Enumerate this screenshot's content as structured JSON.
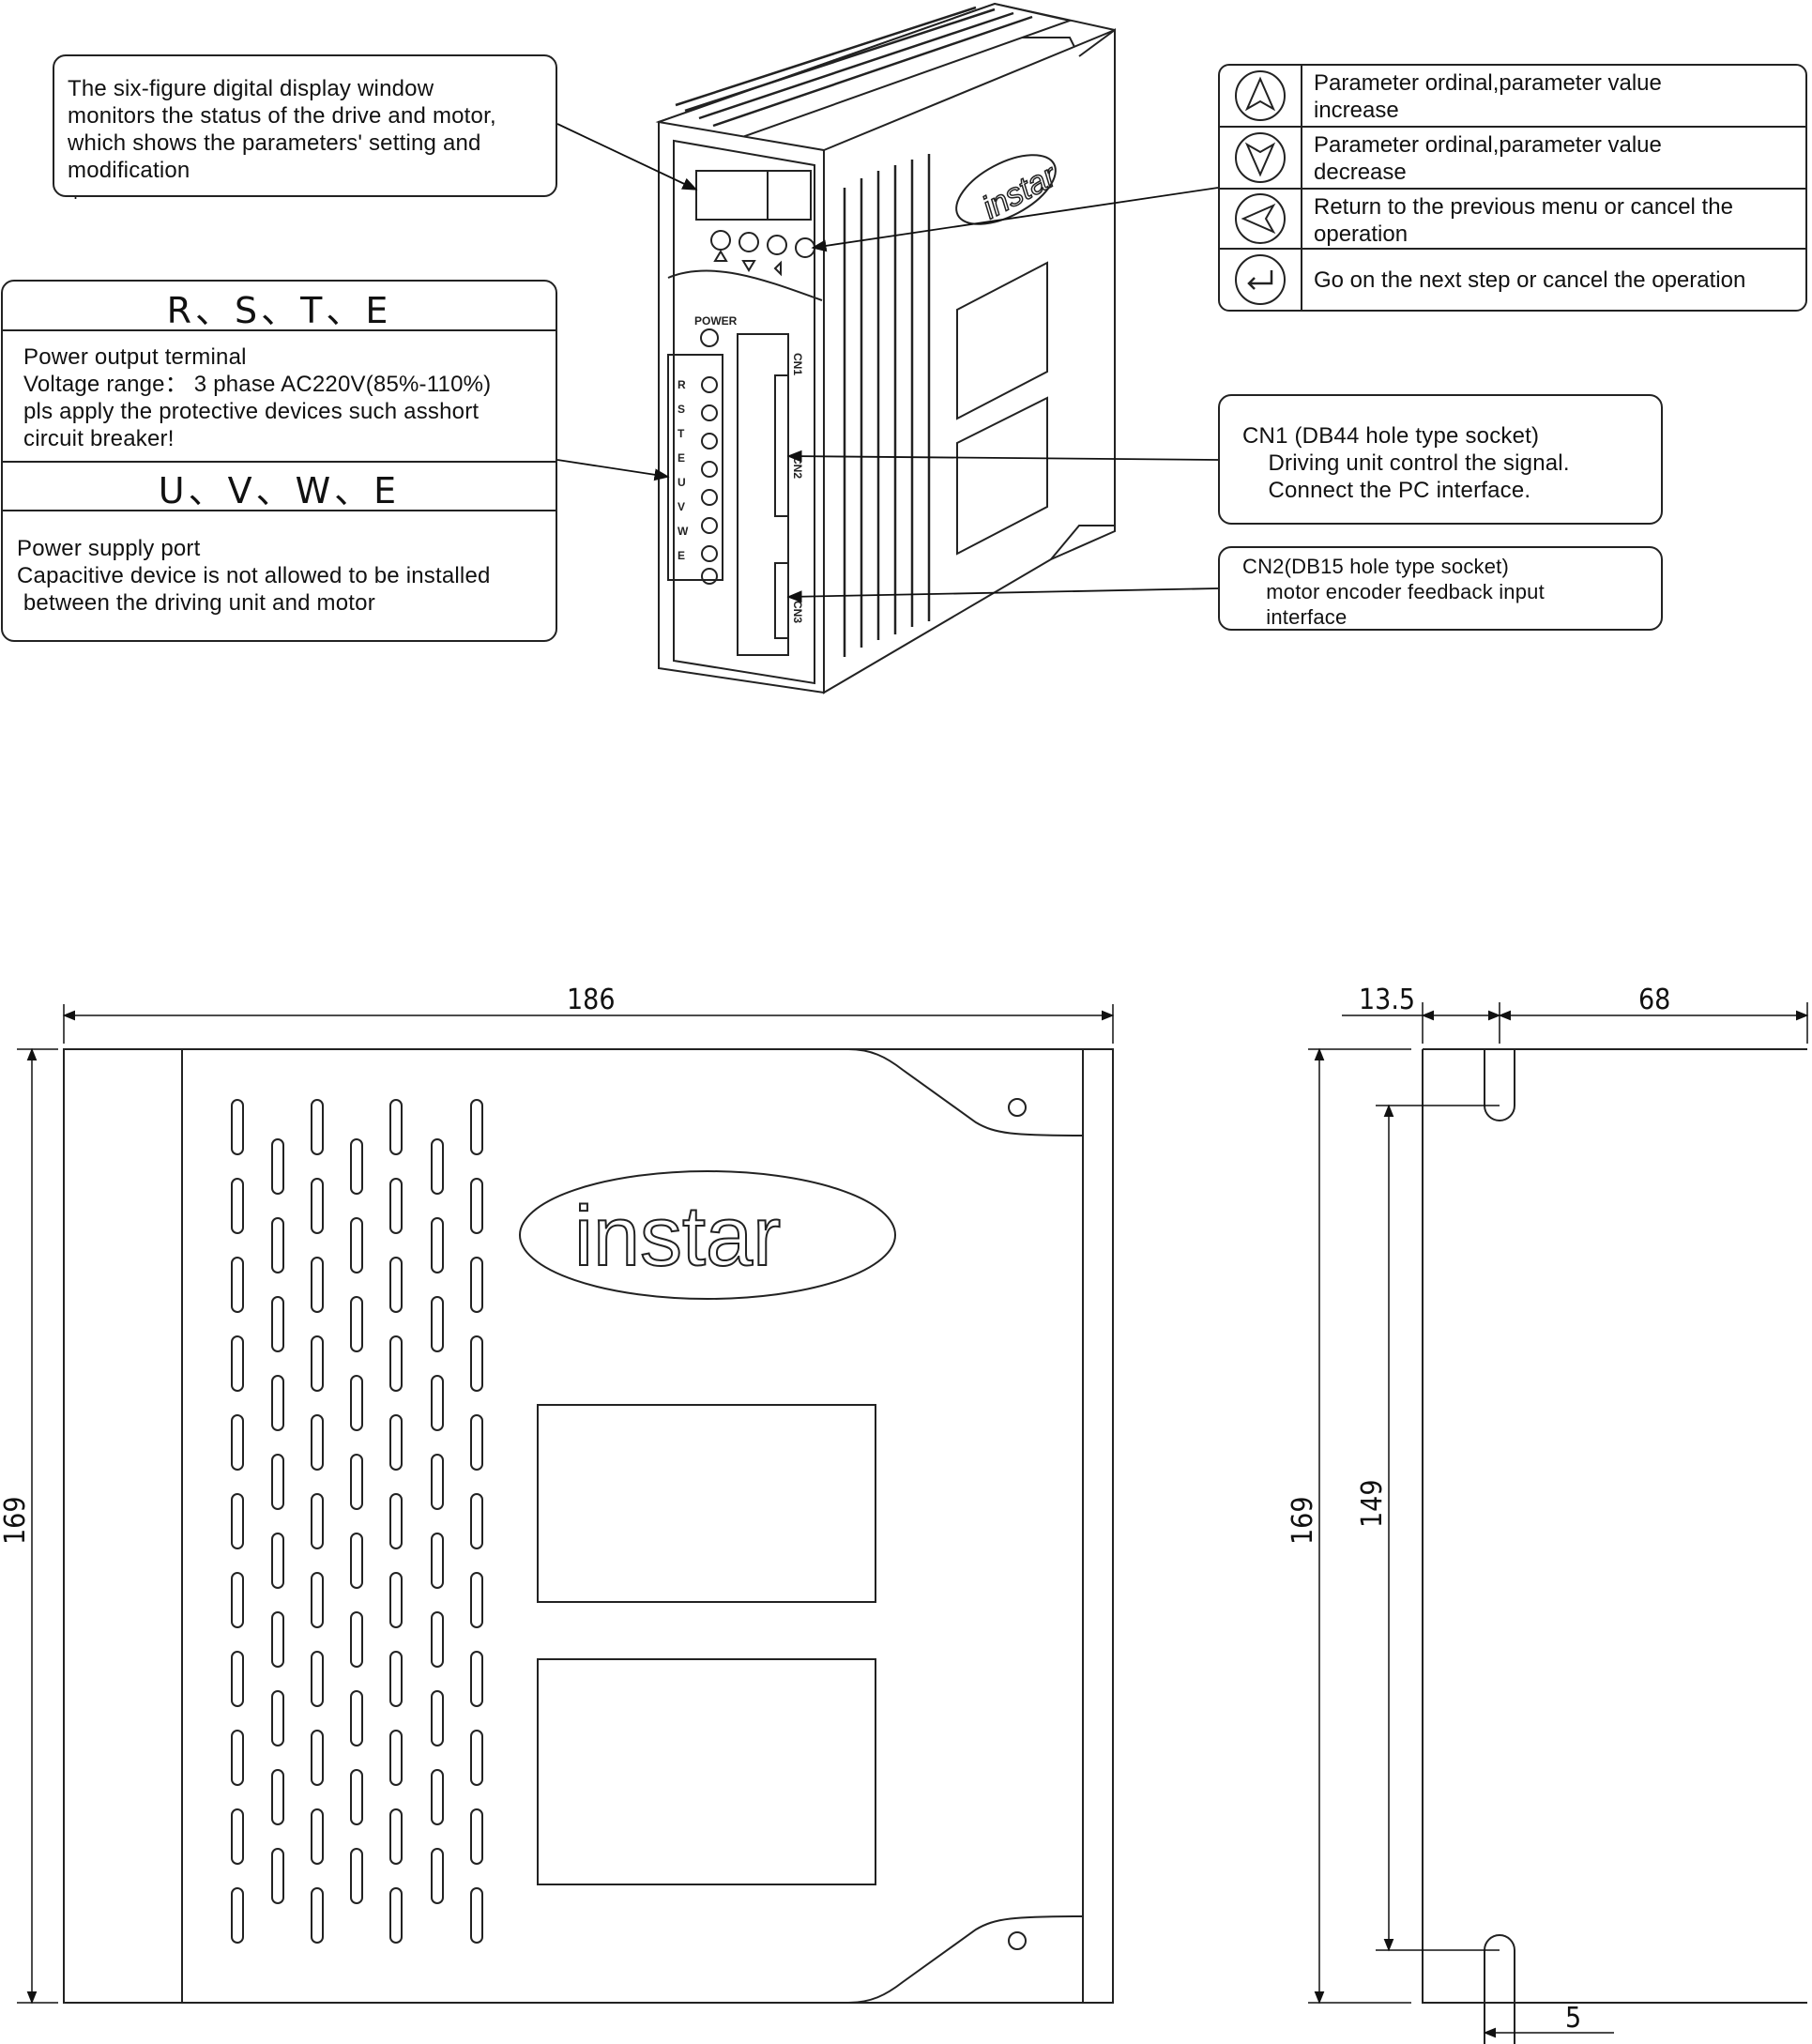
{
  "callouts": {
    "display_window": "The six-figure digital display window\nmonitors the status of the drive and motor,\nwhich shows the parameters' setting and\nmodification",
    "display_window_dot": ".",
    "rst_title": "R、S、T、E",
    "rst_text": "Power output terminal\nVoltage range： 3 phase AC220V(85%-110%)\npls apply the protective devices such asshort\ncircuit breaker!",
    "uvw_title": "U、V、W、E",
    "uvw_text": "Power supply port\nCapacitive device is not allowed to be installed\n between the driving unit and motor",
    "cn1_text": "CN1 (DB44 hole type socket)\n    Driving unit control the signal.\n    Connect the PC interface.",
    "cn2_text": "CN2(DB15 hole type socket)\n    motor encoder feedback input\n    interface"
  },
  "buttons": [
    {
      "icon": "up-arrow-icon",
      "label": "Parameter ordinal,parameter value\nincrease"
    },
    {
      "icon": "down-arrow-icon",
      "label": "Parameter ordinal,parameter value\ndecrease"
    },
    {
      "icon": "left-arrow-icon",
      "label": "Return to the previous menu or cancel the\noperation"
    },
    {
      "icon": "enter-icon",
      "label": "Go on the next step or cancel the operation"
    }
  ],
  "device": {
    "brand": "instar",
    "power_label": "POWER",
    "cn1_label": "CN1",
    "cn2_label": "CN2",
    "cn3_label": "CN3",
    "terminal_letters": [
      "R",
      "S",
      "T",
      "E",
      "U",
      "V",
      "W",
      "E"
    ]
  },
  "dimensions": {
    "width": "186",
    "height_front": "169",
    "height_side": "169",
    "hole_spacing": "149",
    "side_offset": "13.5",
    "depth": "68",
    "slot_width": "5"
  }
}
